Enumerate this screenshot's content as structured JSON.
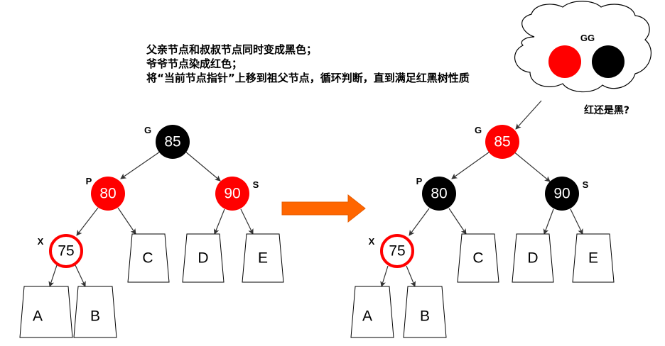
{
  "instructions": [
    "父亲节点和叔叔节点同时变成黑色；",
    "爷爷节点染成红色；",
    "将“当前节点指针”上移到祖父节点，循环判断，直到满足红黑树性质"
  ],
  "colors": {
    "red": "#ff0000",
    "black": "#000000",
    "arrow": "#ff6600",
    "white": "#ffffff"
  },
  "before": {
    "nodes": {
      "g": {
        "value": "85",
        "label": "G",
        "color": "black"
      },
      "p": {
        "value": "80",
        "label": "P",
        "color": "red"
      },
      "s": {
        "value": "90",
        "label": "S",
        "color": "red"
      },
      "x": {
        "value": "75",
        "label": "X",
        "color": "white-red-border"
      }
    },
    "subtrees": {
      "a": "A",
      "b": "B",
      "c": "C",
      "d": "D",
      "e": "E"
    }
  },
  "after": {
    "nodes": {
      "g": {
        "value": "85",
        "label": "G",
        "color": "red"
      },
      "p": {
        "value": "80",
        "label": "P",
        "color": "black"
      },
      "s": {
        "value": "90",
        "label": "S",
        "color": "black"
      },
      "x": {
        "value": "75",
        "label": "X",
        "color": "white-red-border"
      }
    },
    "subtrees": {
      "a": "A",
      "b": "B",
      "c": "C",
      "d": "D",
      "e": "E"
    }
  },
  "cloud": {
    "label": "GG",
    "question": "红还是黑?"
  }
}
